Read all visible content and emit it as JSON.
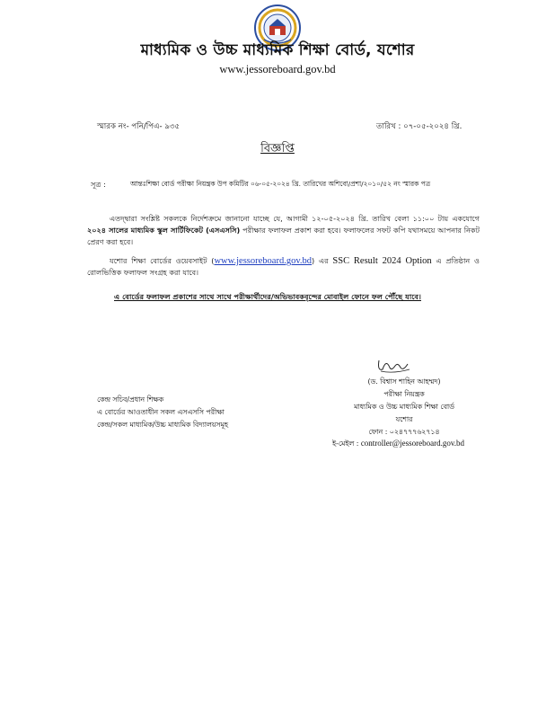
{
  "header": {
    "board_name": "মাধ্যমিক ও উচ্চ মাধ্যমিক শিক্ষা বোর্ড, যশোর",
    "website": "www.jessoreboard.gov.bd"
  },
  "meta": {
    "memo": "স্মারক নং- পনি/পিএ- ৯৩৫",
    "date": "তারিখ : ০৭-০৫-২০২৪ খ্রি."
  },
  "title": "বিজ্ঞপ্তি",
  "reference": {
    "label": "সূত্র :",
    "text": "আন্তঃশিক্ষা বোর্ড পরীক্ষা নিয়ন্ত্রক উপ কমিটির ০৬-০৫-২০২৪ খ্রি. তারিখের অশিবো/প্রশা/২০১০/৫২ নং স্মারক পত্র"
  },
  "paragraph1": {
    "part1": "এতদ্দ্বারা সংশ্লিষ্ট সকলকে নির্দেশক্রমে জানানো যাচ্ছে যে, আগামী ১২-০৫-২০২৪ খ্রি. তারিখ বেলা ১১:০০ টায় একযোগে ",
    "bold": "২০২৪ সালের মাধ্যমিক স্কুল সার্টিফিকেট (এসএসসি)",
    "part2": " পরীক্ষার ফলাফল প্রকাশ করা হবে। ফলাফলের সফট কপি যথাসময়ে আপনার নিকট প্রেরণ করা হবে।"
  },
  "paragraph2": {
    "part1": "যশোর শিক্ষা বোর্ডের ওয়েবসাইট (",
    "link": "www.jessoreboard.gov.bd",
    "part2": ") এর ",
    "latin": "SSC Result 2024 Option",
    "part3": " এ প্রতিষ্ঠান ও রোলভিত্তিক ফলাফল সংগ্রহ করা যাবে।"
  },
  "notice": "এ বোর্ডের ফলাফল প্রকাশের সাথে সাথে পরীক্ষার্থীদের/অভিভাবকবৃন্দের মোবাইল ফোনে ফল পৌঁছে যাবে।",
  "signatory": {
    "name": "(ড. বিশ্বাস শাহিন আহম্মদ)",
    "designation": "পরীক্ষা নিয়ন্ত্রক",
    "office": "মাধ্যমিক ও উচ্চ মাধ্যমিক শিক্ষা বোর্ড",
    "city": "যশোর",
    "phone": "ফোন : ০২৪৭৭৭৬২৭১৪",
    "email_label": "ই-মেইল : ",
    "email": "controller@jessoreboard.gov.bd"
  },
  "distribution": [
    "কেন্দ্র সচিব/প্রধান শিক্ষক",
    "এ বোর্ডের আওতাধীন সকল এসএসসি পরীক্ষা",
    "কেন্দ্র/সকল মাধ্যমিক/উচ্চ মাধ্যমিক বিদ্যালয়সমূহ"
  ],
  "colors": {
    "link": "#1f3fbf",
    "logo_blue": "#2b4ea0",
    "logo_gold": "#d9a520",
    "logo_red": "#c0392b"
  }
}
